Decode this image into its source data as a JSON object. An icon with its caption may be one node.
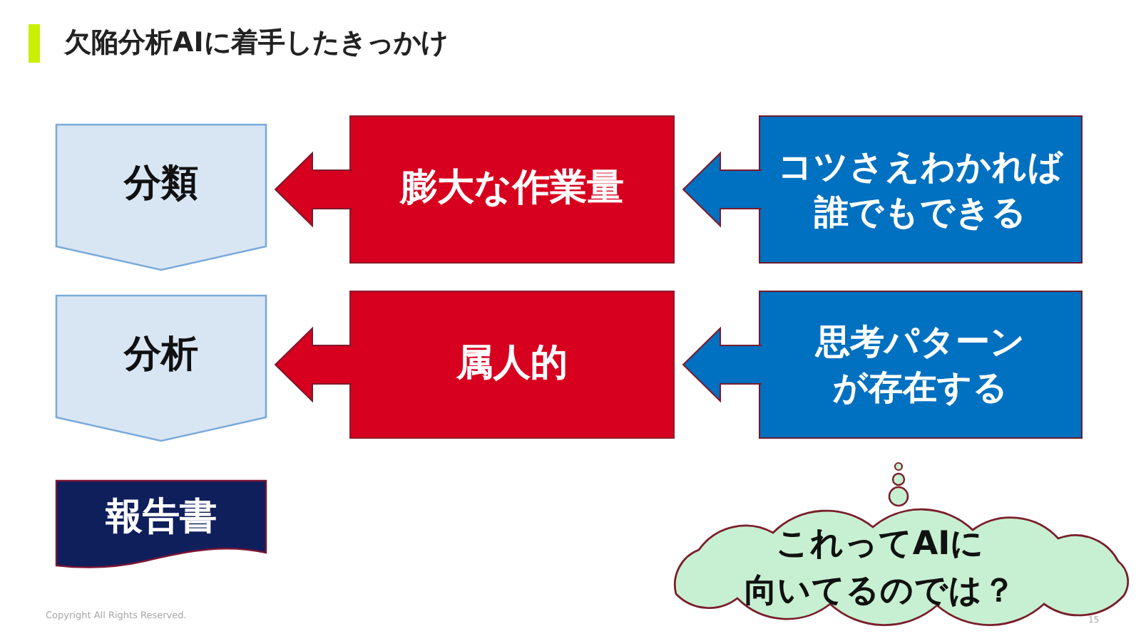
{
  "diagram": {
    "title": "欠陥分析AIに着手したきっかけ",
    "nodes": [
      {
        "text": [
          "分類"
        ]
      },
      {
        "text": [
          "膨大な作業量"
        ]
      },
      {
        "text": [
          "コツさえわかれば誰でもできる"
        ]
      },
      {
        "text": [
          "分析"
        ]
      },
      {
        "text": [
          "属人的"
        ]
      },
      {
        "text": [
          "思考パターンが存在する"
        ]
      },
      {
        "text": [
          "報告書"
        ]
      },
      {
        "text": [
          "これってAIに向いてるのでは？"
        ]
      }
    ],
    "edges": [
      {
        "from": 1,
        "to": 0,
        "arrow": "to",
        "color": "#d7001f"
      },
      {
        "from": 2,
        "to": 1,
        "arrow": "to",
        "color": "#0070c0"
      },
      {
        "from": 4,
        "to": 3,
        "arrow": "to",
        "color": "#d7001f"
      },
      {
        "from": 5,
        "to": 4,
        "arrow": "to",
        "color": "#0070c0"
      }
    ],
    "labels": [
      "Copyright All Rights Reserved.",
      "15"
    ]
  }
}
